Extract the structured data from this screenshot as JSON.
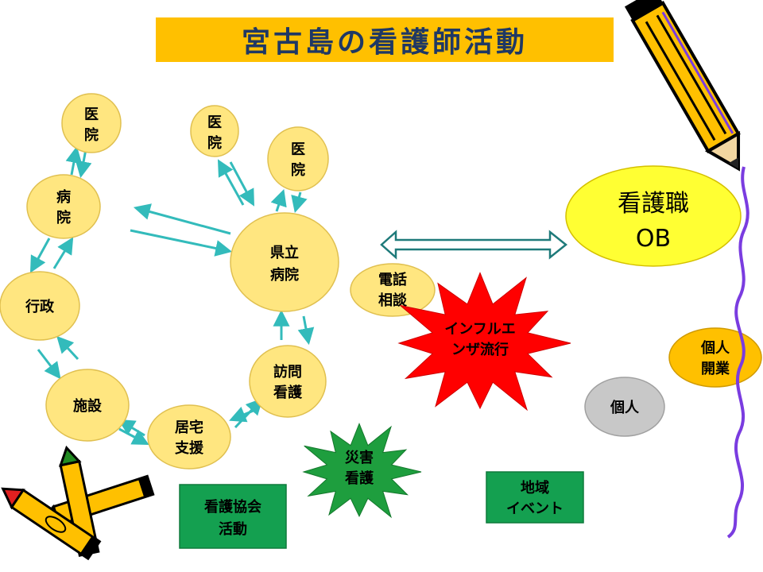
{
  "title": "宮古島の看護師活動",
  "colors": {
    "title_bg": "#FFC000",
    "title_text": "#1F3864",
    "node_fill": "#FFE680",
    "node_stroke": "#E0C050",
    "arrow": "#33BBBB",
    "ob_fill": "#FFFF33",
    "orange_fill": "#FFC000",
    "gray_fill": "#C8C8C8",
    "green_box": "#14A050",
    "starburst_red": "#FF0000",
    "starburst_green": "#1E9E3E",
    "squiggle": "#7A3CE0"
  },
  "nodes": {
    "clinic_left": [
      "医",
      "院"
    ],
    "clinic_mid": [
      "医",
      "院"
    ],
    "clinic_right": [
      "医",
      "院"
    ],
    "hospital": [
      "病",
      "院"
    ],
    "administration": [
      "行政"
    ],
    "facility": [
      "施設"
    ],
    "home_support": [
      "居宅",
      "支援"
    ],
    "visiting_nursing": [
      "訪問",
      "看護"
    ],
    "prefectural_hospital": [
      "県立",
      "病院"
    ],
    "phone_consult": [
      "電話",
      "相談"
    ],
    "nursing_ob": [
      "看護職",
      "OB"
    ],
    "individual_practice": [
      "個人",
      "開業"
    ],
    "individual": [
      "個人"
    ]
  },
  "starbursts": {
    "influenza": [
      "インフルエ",
      "ンザ流行"
    ],
    "disaster": [
      "災害",
      "看護"
    ]
  },
  "boxes": {
    "association": [
      "看護協会",
      "活動"
    ],
    "community_event": [
      "地域",
      "イベント"
    ]
  },
  "icons": [
    "pencil-icon",
    "crayons-icon"
  ]
}
